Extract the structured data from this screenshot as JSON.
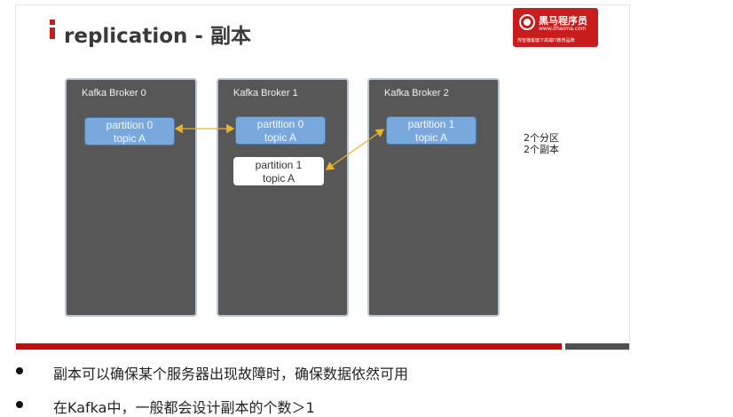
{
  "title": "replication - 副本",
  "logo": {
    "name": "黑马程序员",
    "url": "www.itheima.com",
    "slogan": "传智播客旗下高端IT教育品牌"
  },
  "brokers": [
    {
      "label": "Kafka Broker 0",
      "partitions": [
        {
          "line1": "partition 0",
          "line2": "topic A",
          "style": "blue"
        }
      ]
    },
    {
      "label": "Kafka Broker 1",
      "partitions": [
        {
          "line1": "partition 0",
          "line2": "topic A",
          "style": "blue"
        },
        {
          "line1": "partition 1",
          "line2": "topic A",
          "style": "white"
        }
      ]
    },
    {
      "label": "Kafka Broker 2",
      "partitions": [
        {
          "line1": "partition 1",
          "line2": "topic A",
          "style": "blue"
        }
      ]
    }
  ],
  "side_note": [
    "2个分区",
    "2个副本"
  ],
  "bullets": [
    "副本可以确保某个服务器出现故障时，确保数据依然可用",
    "在Kafka中，一般都会设计副本的个数＞1"
  ],
  "colors": {
    "accent": "#c40f0f",
    "broker_bg": "#575757",
    "partition_blue": "#79a8dc",
    "arrow": "#e8b430"
  }
}
